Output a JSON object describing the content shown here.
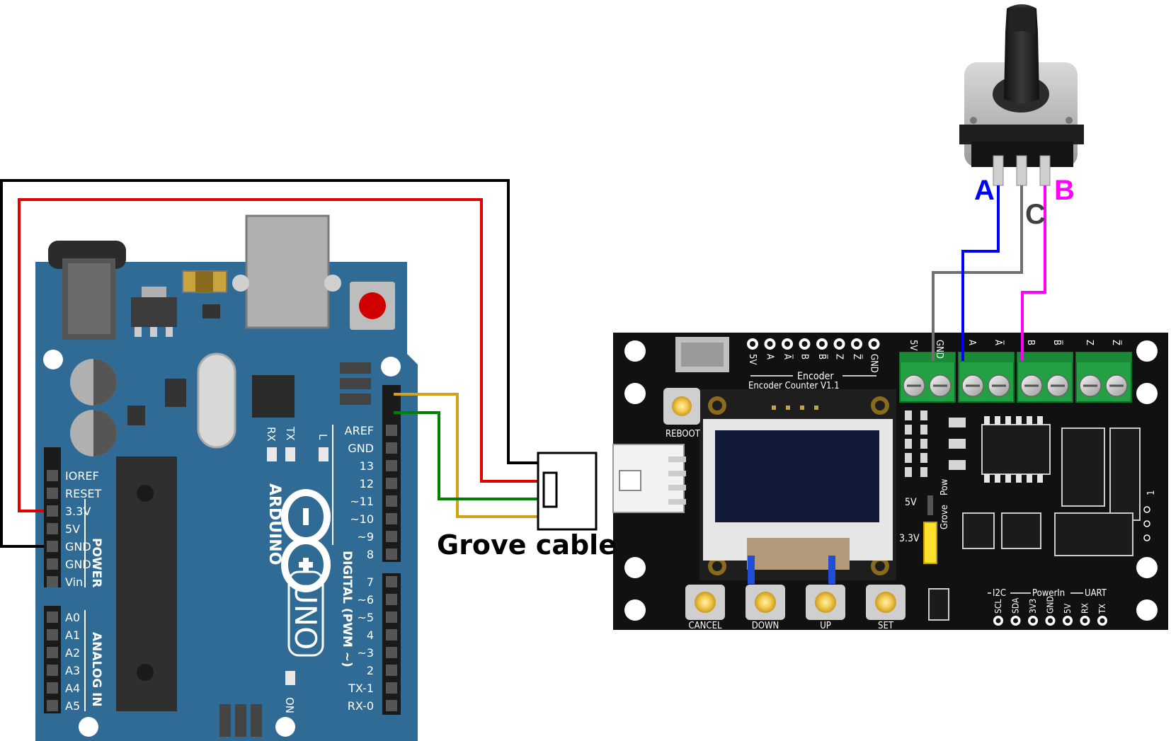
{
  "arduino": {
    "logo_name": "ARDUINO",
    "model": "UNO",
    "tx_label": "TX",
    "rx_label": "RX",
    "l_label": "L",
    "on_label": "ON",
    "power_title": "POWER",
    "analog_title": "ANALOG IN",
    "digital_title": "DIGITAL (PWM ~)",
    "power_pins": [
      "IOREF",
      "RESET",
      "3.3V",
      "5V",
      "GND",
      "GND",
      "Vin"
    ],
    "analog_pins": [
      "A0",
      "A1",
      "A2",
      "A3",
      "A4",
      "A5"
    ],
    "digital_top": [
      "AREF",
      "GND",
      "13",
      "12",
      "~11",
      "~10",
      "~9",
      "8"
    ],
    "digital_bottom": [
      "7",
      "~6",
      "~5",
      "4",
      "~3",
      "2",
      "TX-1",
      "RX-0"
    ]
  },
  "grove_cable": {
    "label": "Grove cable"
  },
  "encoder_board": {
    "name_line1": "Encoder",
    "name_line2": "Encoder Counter V1.1",
    "header_pins": [
      "5V",
      "A",
      "A̅",
      "B",
      "B̅",
      "Z",
      "Z̅",
      "GND"
    ],
    "terminal_labels": [
      "5V",
      "GND",
      "A",
      "A̅",
      "B",
      "B̅",
      "Z",
      "Z̅"
    ],
    "buttons": [
      "CANCEL",
      "DOWN",
      "UP",
      "SET"
    ],
    "reboot_label": "REBOOT",
    "pow_label": "Pow",
    "grove_sel_label": "Grove",
    "v5_label": "5V",
    "v33_label": "3.3V",
    "i2c_group": "I2C",
    "powerin_group": "PowerIn",
    "uart_group": "UART",
    "bottom_pins": [
      "SCL",
      "SDA",
      "3V3",
      "GND",
      "5V",
      "RX",
      "TX"
    ],
    "side_label": "1"
  },
  "encoder": {
    "pin_a": "A",
    "pin_b": "B",
    "pin_c": "C"
  },
  "colors": {
    "wire_5v": "#e00000",
    "wire_gnd": "#000000",
    "wire_scl": "#d4a017",
    "wire_sda": "#008000",
    "wire_a": "#0000ff",
    "wire_b": "#ff00ff",
    "wire_c": "#707070",
    "arduino_blue": "#2f6b94",
    "terminal_green": "#22a043"
  }
}
